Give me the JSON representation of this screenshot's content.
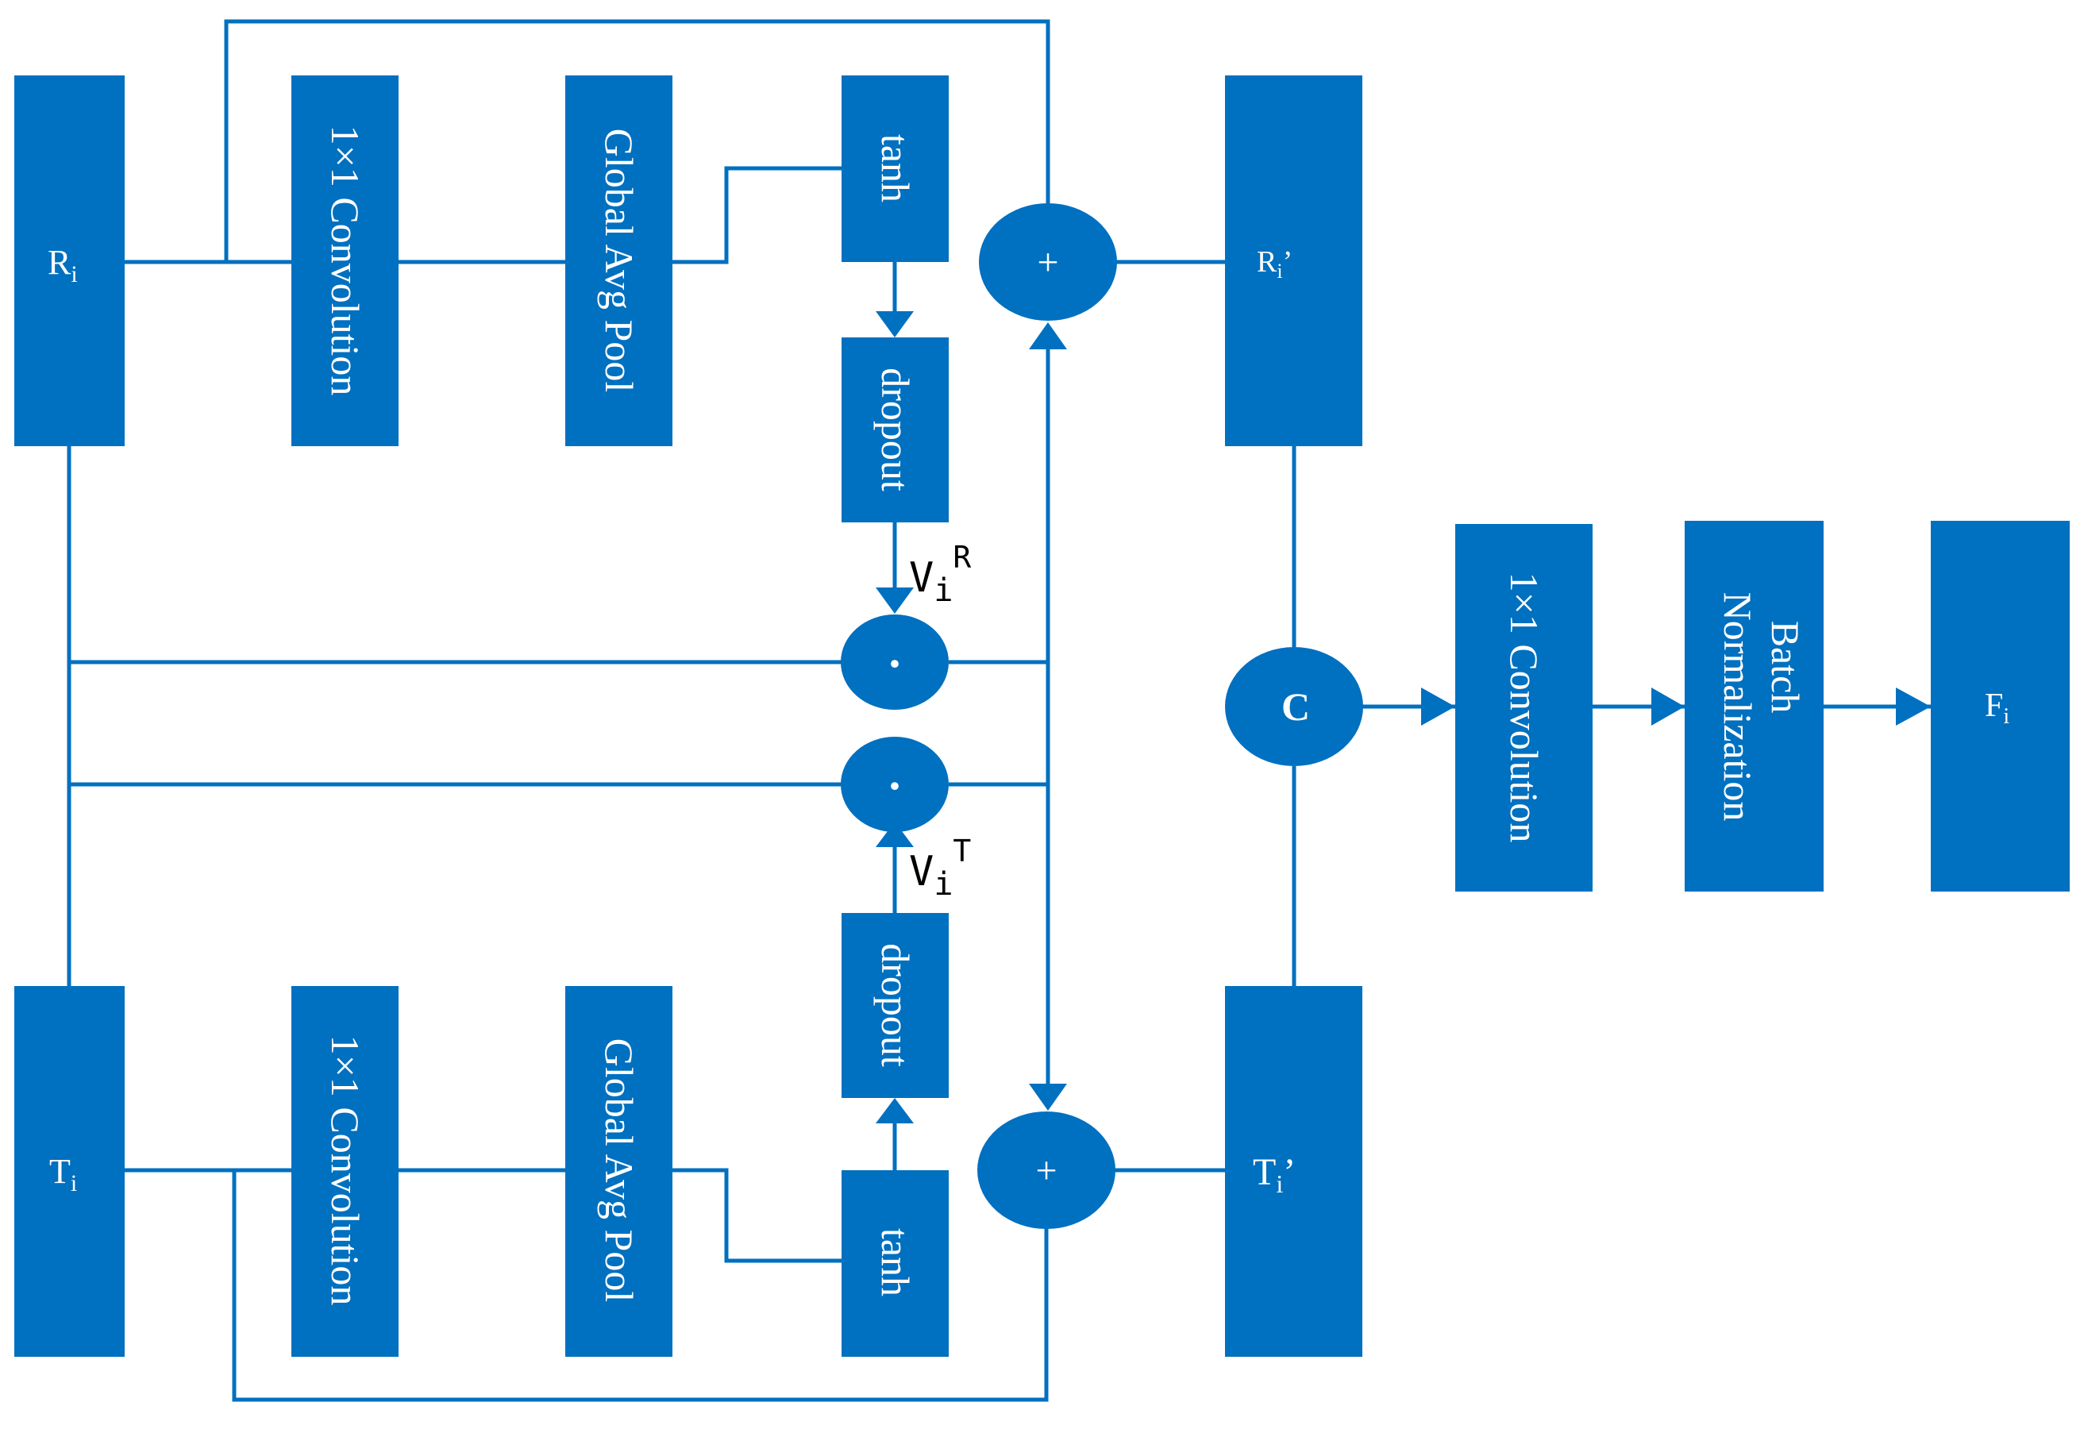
{
  "colors": {
    "box": "#0070C0",
    "label": "#ffffff",
    "annotation": "#000000"
  },
  "blocks": {
    "r_in": {
      "label": "R",
      "sub": "i"
    },
    "t_in": {
      "label": "T",
      "sub": "i"
    },
    "conv_top": {
      "label": "1×1 Convolution"
    },
    "pool_top": {
      "label": "Global Avg Pool"
    },
    "tanh_top": {
      "label": "tanh"
    },
    "dropout_top": {
      "label": "dropout"
    },
    "conv_bot": {
      "label": "1×1 Convolution"
    },
    "pool_bot": {
      "label": "Global Avg Pool"
    },
    "tanh_bot": {
      "label": "tanh"
    },
    "dropout_bot": {
      "label": "dropout"
    },
    "r_out": {
      "label": "R",
      "sub": "i",
      "suffix": "’"
    },
    "t_out": {
      "label": "T",
      "sub": "i",
      "suffix": "’"
    },
    "conv_fuse": {
      "label": "1×1 Convolution"
    },
    "bn": {
      "line1": "Batch",
      "line2": "Normalization"
    },
    "f_out": {
      "label": "F",
      "sub": "i"
    }
  },
  "nodes": {
    "add_top": "+",
    "add_bot": "+",
    "mul_top": "·",
    "mul_bot": "·",
    "concat": "C"
  },
  "annotations": {
    "v_r": {
      "base": "V",
      "sub": "i",
      "sup": "R"
    },
    "v_t": {
      "base": "V",
      "sub": "i",
      "sup": "T"
    }
  }
}
